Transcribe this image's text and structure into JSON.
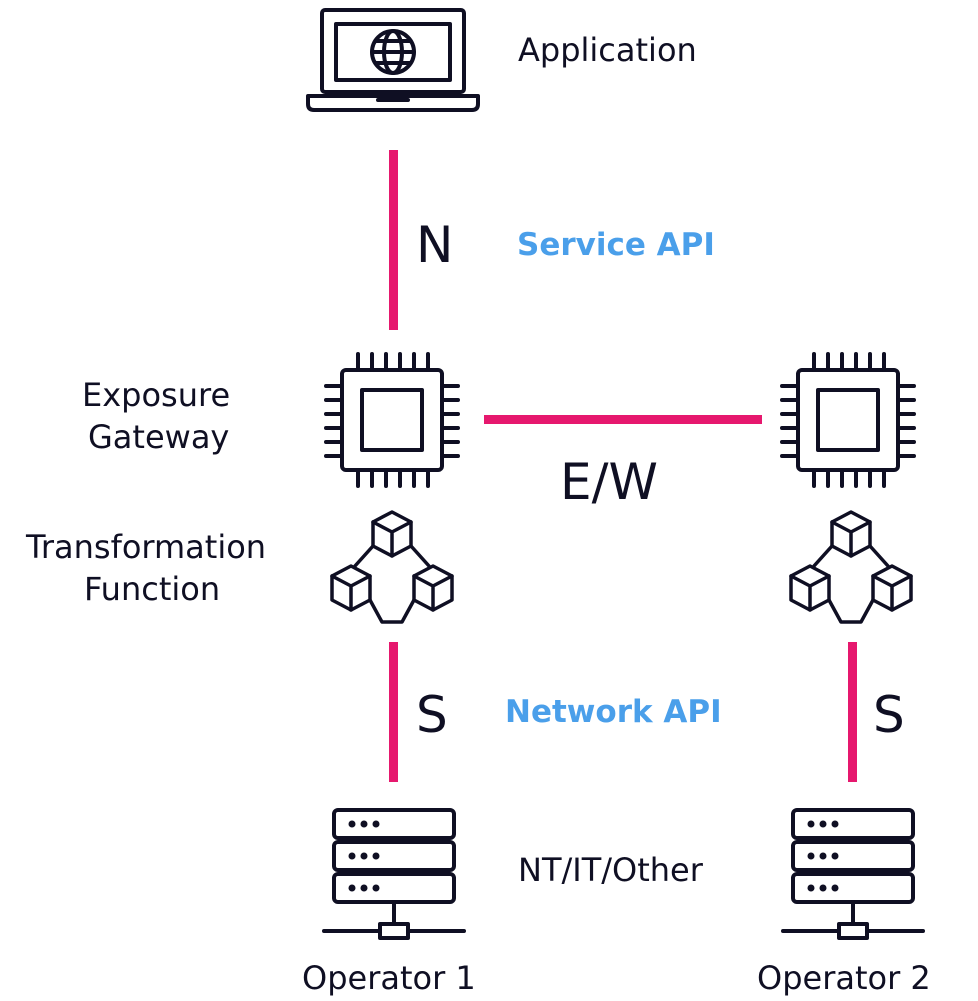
{
  "labels": {
    "application": "Application",
    "exposure_gateway_line1": "Exposure",
    "exposure_gateway_line2": "Gateway",
    "transformation_line1": "Transformation",
    "transformation_line2": "Function",
    "nt_it_other": "NT/IT/Other",
    "operator_1": "Operator 1",
    "operator_2": "Operator 2"
  },
  "interfaces": {
    "north": "N",
    "east_west": "E/W",
    "south_left": "S",
    "south_right": "S"
  },
  "apis": {
    "service_api": "Service API",
    "network_api": "Network API"
  },
  "colors": {
    "connector": "#e6186e",
    "api_text": "#4a9fea",
    "text": "#0f0f23",
    "icon_stroke": "#0f0f23"
  },
  "icons": {
    "application": "laptop-globe-icon",
    "gateway": "chip-icon",
    "transformation": "cubes-icon",
    "operator": "server-rack-icon"
  }
}
